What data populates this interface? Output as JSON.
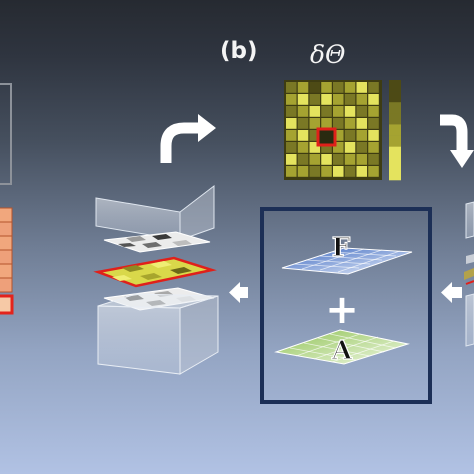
{
  "panel_label": "(b)",
  "delta_symbol": "δΘ",
  "box_labels": {
    "top_plane": "F",
    "bottom_plane": "A",
    "operator": "+"
  },
  "colors": {
    "heatmap_dark": "#4d4a15",
    "heatmap_mid": "#a5a331",
    "heatmap_light": "#e4e35e",
    "highlight": "#e0201a",
    "box_border": "#1c2f56",
    "plane_blue": "#6d92d2",
    "plane_green": "#b6d98a"
  },
  "heatmap_levels": [
    [
      1,
      2,
      0,
      2,
      1,
      2,
      3,
      1
    ],
    [
      2,
      3,
      1,
      3,
      2,
      1,
      2,
      3
    ],
    [
      1,
      2,
      3,
      1,
      2,
      3,
      1,
      2
    ],
    [
      3,
      1,
      2,
      2,
      1,
      2,
      3,
      1
    ],
    [
      2,
      3,
      1,
      0,
      2,
      1,
      2,
      3
    ],
    [
      1,
      2,
      3,
      1,
      2,
      3,
      1,
      2
    ],
    [
      3,
      1,
      2,
      3,
      1,
      2,
      2,
      1
    ],
    [
      2,
      2,
      1,
      2,
      3,
      1,
      3,
      2
    ]
  ],
  "colorbar_levels": [
    0,
    0,
    1,
    1,
    2,
    2,
    3,
    3,
    3
  ]
}
